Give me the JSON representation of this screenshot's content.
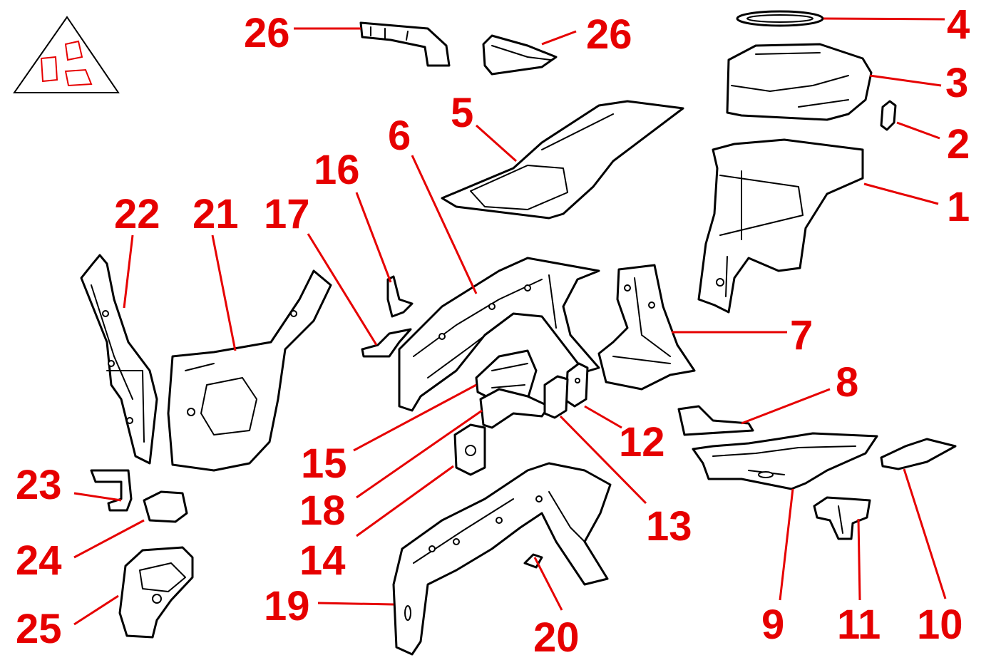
{
  "diagram": {
    "icon": "exploded-body-panels-triangle-icon",
    "accent_color": "#e60000",
    "line_color": "#000000",
    "callouts": [
      {
        "id": "c1",
        "label": "1"
      },
      {
        "id": "c2",
        "label": "2"
      },
      {
        "id": "c3",
        "label": "3"
      },
      {
        "id": "c4",
        "label": "4"
      },
      {
        "id": "c5",
        "label": "5"
      },
      {
        "id": "c6",
        "label": "6"
      },
      {
        "id": "c7",
        "label": "7"
      },
      {
        "id": "c8",
        "label": "8"
      },
      {
        "id": "c9",
        "label": "9"
      },
      {
        "id": "c10",
        "label": "10"
      },
      {
        "id": "c11",
        "label": "11"
      },
      {
        "id": "c12",
        "label": "12"
      },
      {
        "id": "c13",
        "label": "13"
      },
      {
        "id": "c14",
        "label": "14"
      },
      {
        "id": "c15",
        "label": "15"
      },
      {
        "id": "c16",
        "label": "16"
      },
      {
        "id": "c17",
        "label": "17"
      },
      {
        "id": "c18",
        "label": "18"
      },
      {
        "id": "c19",
        "label": "19"
      },
      {
        "id": "c20",
        "label": "20"
      },
      {
        "id": "c21",
        "label": "21"
      },
      {
        "id": "c22",
        "label": "22"
      },
      {
        "id": "c23",
        "label": "23"
      },
      {
        "id": "c24",
        "label": "24"
      },
      {
        "id": "c25",
        "label": "25"
      },
      {
        "id": "c26a",
        "label": "26"
      },
      {
        "id": "c26b",
        "label": "26"
      }
    ]
  }
}
